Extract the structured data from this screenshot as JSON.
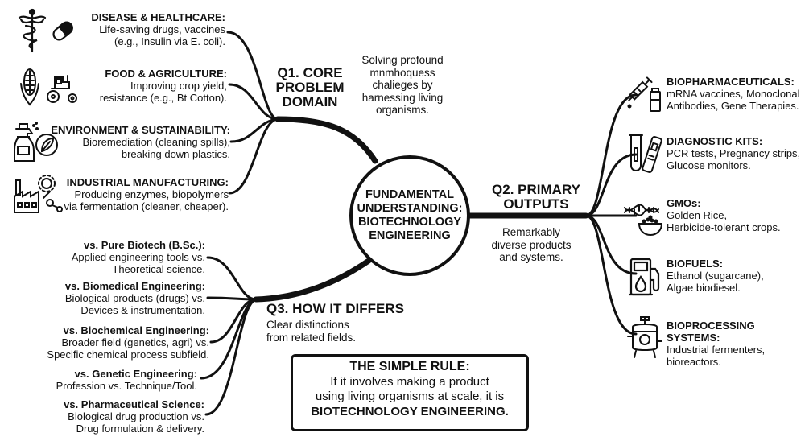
{
  "center": {
    "label": "FUNDAMENTAL\nUNDERSTANDING:\nBIOTECHNOLOGY\nENGINEERING"
  },
  "q1": {
    "heading": "Q1. CORE\nPROBLEM\nDOMAIN",
    "description": "Solving profound\nmnmhoquess\nchalieges by\nharnessing living\norganisms.",
    "items": [
      {
        "title": "DISEASE & HEALTHCARE:",
        "desc": "Life-saving drugs, vaccines\n(e.g., Insulin via E. coli).",
        "icon": "caduceus-capsule-icon"
      },
      {
        "title": "FOOD & AGRICULTURE:",
        "desc": "Improving crop yield,\nresistance (e.g., Bt Cotton).",
        "icon": "corn-tractor-icon"
      },
      {
        "title": "ENVIRONMENT & SUSTAINABILITY:",
        "desc": "Bioremediation (cleaning spills),\nbreaking down plastics.",
        "icon": "spray-bottle-leaf-icon"
      },
      {
        "title": "INDUSTRIAL MANUFACTURING:",
        "desc": "Producing enzymes, biopolymers\nvia fermentation (cleaner, cheaper).",
        "icon": "factory-gear-icon"
      }
    ]
  },
  "q2": {
    "heading": "Q2. PRIMARY\nOUTPUTS",
    "description": "Remarkably\ndiverse products\nand systems.",
    "items": [
      {
        "title": "BIOPHARMACEUTICALS:",
        "desc": "mRNA vaccines, Monoclonal\nAntibodies, Gene Therapies.",
        "icon": "syringe-vial-icon"
      },
      {
        "title": "DIAGNOSTIC KITS:",
        "desc": "PCR tests, Pregnancy strips,\nGlucose monitors.",
        "icon": "test-tube-strip-icon"
      },
      {
        "title": "GMOs:",
        "desc": "Golden Rice,\nHerbicide-tolerant crops.",
        "icon": "dna-rice-bowl-icon"
      },
      {
        "title": "BIOFUELS:",
        "desc": "Ethanol (sugarcane),\nAlgae biodiesel.",
        "icon": "fuel-pump-icon"
      },
      {
        "title": "BIOPROCESSING SYSTEMS:",
        "desc": "Industrial fermenters,\nbioreactors.",
        "icon": "bioreactor-icon"
      }
    ]
  },
  "q3": {
    "heading": "Q3. HOW IT DIFFERS",
    "description": "Clear distinctions\nfrom related fields.",
    "items": [
      {
        "title": "vs. Pure Biotech (B.Sc.):",
        "desc": "Applied engineering tools vs.\nTheoretical science."
      },
      {
        "title": "vs. Biomedical Engineering:",
        "desc": "Biological products (drugs) vs.\nDevices & instrumentation."
      },
      {
        "title": "vs. Biochemical Engineering:",
        "desc": "Broader field (genetics, agri) vs.\nSpecific chemical process subfield."
      },
      {
        "title": "vs. Genetic Engineering:",
        "desc": "Profession vs. Technique/Tool."
      },
      {
        "title": "vs. Pharmaceutical Science:",
        "desc": "Biological drug production vs.\nDrug formulation & delivery."
      }
    ]
  },
  "rule": {
    "title": "THE SIMPLE RULE:",
    "body": "If it involves making a product\nusing living organisms at scale, it is",
    "emphasis": "BIOTECHNOLOGY ENGINEERING."
  }
}
